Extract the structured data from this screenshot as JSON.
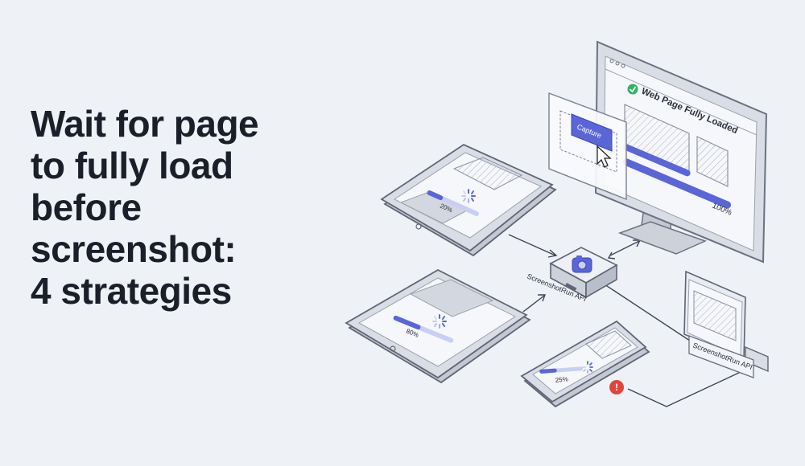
{
  "headline": {
    "lines": [
      "Wait for page",
      "to fully load",
      "before",
      "screenshot:",
      "4 strategies"
    ]
  },
  "monitor": {
    "status_text": "Web Page Fully Loaded",
    "progress_label": "100%",
    "progress": 1.0
  },
  "capture_popup": {
    "button_label": "Capture"
  },
  "tablet_top": {
    "progress_label": "20%",
    "progress": 0.3
  },
  "tablet_left": {
    "progress_label": "80%",
    "progress": 0.45
  },
  "phone": {
    "progress_label": "25%",
    "progress": 0.4,
    "alert_symbol": "!"
  },
  "api_hub": {
    "label": "ScreenshotRun API"
  },
  "browser_window": {
    "label": "ScreenshotRun API"
  },
  "colors": {
    "accent": "#5a66d8",
    "accent_light": "#c9cff3",
    "device_frame": "#6b7180",
    "device_fill": "#d9dde5",
    "screen": "#f6f7fa",
    "success": "#2fb463",
    "alert": "#e0453c"
  }
}
